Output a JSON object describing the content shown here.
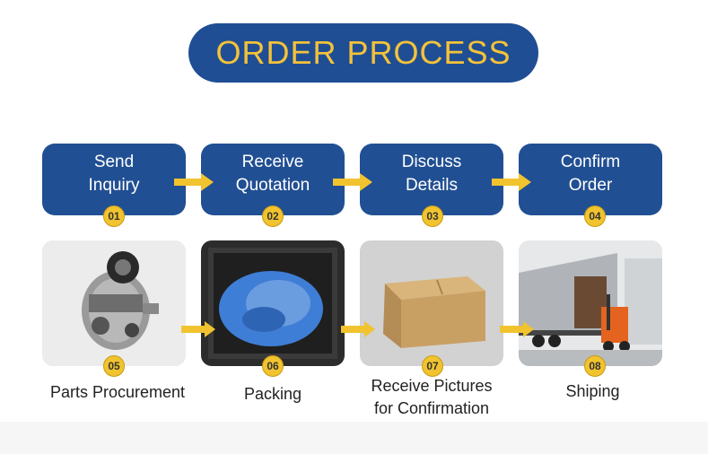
{
  "title": "ORDER PROCESS",
  "steps": [
    {
      "label": "Send\nInquiry",
      "num": "01"
    },
    {
      "label": "Receive\nQuotation",
      "num": "02"
    },
    {
      "label": "Discuss\nDetails",
      "num": "03"
    },
    {
      "label": "Confirm\nOrder",
      "num": "04"
    }
  ],
  "photos": [
    {
      "num": "05",
      "caption": "Parts Procurement",
      "icon": "engine-part-image"
    },
    {
      "num": "06",
      "caption": "Packing",
      "icon": "packed-crate-image"
    },
    {
      "num": "07",
      "caption": "Receive Pictures\nfor Confirmation",
      "icon": "cardboard-box-image"
    },
    {
      "num": "08",
      "caption": "Shiping",
      "icon": "container-truck-forklift-image"
    }
  ],
  "colors": {
    "banner_bg": "#1f4e94",
    "title_text": "#f4c23a",
    "step_bg": "#214f93",
    "badge": "#f1c32e",
    "arrow": "#f1c32e"
  }
}
